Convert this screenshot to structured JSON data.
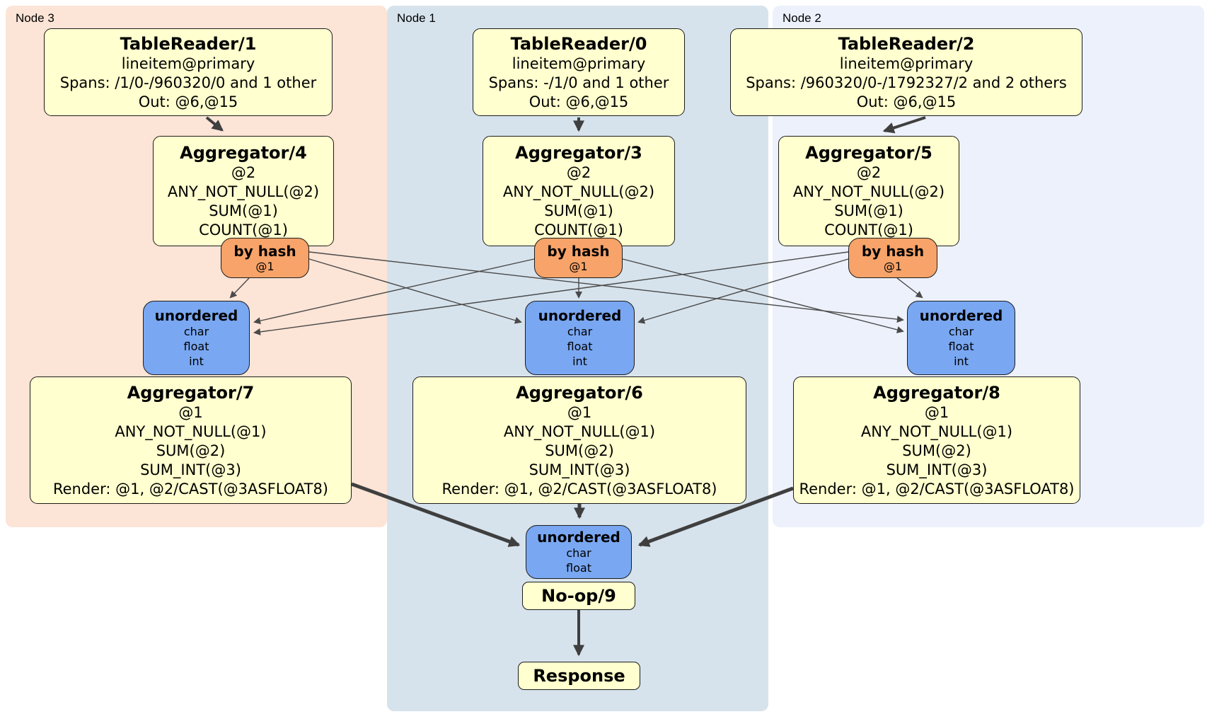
{
  "title": "DistSQL physical plan diagram",
  "colors": {
    "node3_bg": "#fce4d6",
    "node1_bg": "#d7e3ec",
    "node2_bg": "#ecf1fb",
    "processor_fill": "#ffffcf",
    "router_fill": "#f7a369",
    "sync_fill": "#79a7f2",
    "box_border": "#1c1c1c",
    "edge_color": "#4a4a4a"
  },
  "regions": {
    "node3": {
      "label": "Node 3"
    },
    "node1": {
      "label": "Node 1"
    },
    "node2": {
      "label": "Node 2"
    }
  },
  "nodes": {
    "tr1": {
      "title": "TableReader/1",
      "lines": [
        "lineitem@primary",
        "Spans: /1/0-/960320/0 and 1 other",
        "Out: @6,@15"
      ]
    },
    "tr0": {
      "title": "TableReader/0",
      "lines": [
        "lineitem@primary",
        "Spans: -/1/0 and 1 other",
        "Out: @6,@15"
      ]
    },
    "tr2": {
      "title": "TableReader/2",
      "lines": [
        "lineitem@primary",
        "Spans: /960320/0-/1792327/2 and 2 others",
        "Out: @6,@15"
      ]
    },
    "agg4": {
      "title": "Aggregator/4",
      "lines": [
        "@2",
        "ANY_NOT_NULL(@2)",
        "SUM(@1)",
        "COUNT(@1)"
      ]
    },
    "agg3": {
      "title": "Aggregator/3",
      "lines": [
        "@2",
        "ANY_NOT_NULL(@2)",
        "SUM(@1)",
        "COUNT(@1)"
      ]
    },
    "agg5": {
      "title": "Aggregator/5",
      "lines": [
        "@2",
        "ANY_NOT_NULL(@2)",
        "SUM(@1)",
        "COUNT(@1)"
      ]
    },
    "router3": {
      "title": "by hash",
      "lines": [
        "@1"
      ]
    },
    "router1": {
      "title": "by hash",
      "lines": [
        "@1"
      ]
    },
    "router2": {
      "title": "by hash",
      "lines": [
        "@1"
      ]
    },
    "sync3": {
      "title": "unordered",
      "lines": [
        "char",
        "float",
        "int"
      ]
    },
    "sync1": {
      "title": "unordered",
      "lines": [
        "char",
        "float",
        "int"
      ]
    },
    "sync2": {
      "title": "unordered",
      "lines": [
        "char",
        "float",
        "int"
      ]
    },
    "agg7": {
      "title": "Aggregator/7",
      "lines": [
        "@1",
        "ANY_NOT_NULL(@1)",
        "SUM(@2)",
        "SUM_INT(@3)",
        "Render: @1, @2/CAST(@3ASFLOAT8)"
      ]
    },
    "agg6": {
      "title": "Aggregator/6",
      "lines": [
        "@1",
        "ANY_NOT_NULL(@1)",
        "SUM(@2)",
        "SUM_INT(@3)",
        "Render: @1, @2/CAST(@3ASFLOAT8)"
      ]
    },
    "agg8": {
      "title": "Aggregator/8",
      "lines": [
        "@1",
        "ANY_NOT_NULL(@1)",
        "SUM(@2)",
        "SUM_INT(@3)",
        "Render: @1, @2/CAST(@3ASFLOAT8)"
      ]
    },
    "syncFinal": {
      "title": "unordered",
      "lines": [
        "char",
        "float"
      ]
    },
    "noop": {
      "title": "No-op/9"
    },
    "response": {
      "title": "Response"
    }
  }
}
